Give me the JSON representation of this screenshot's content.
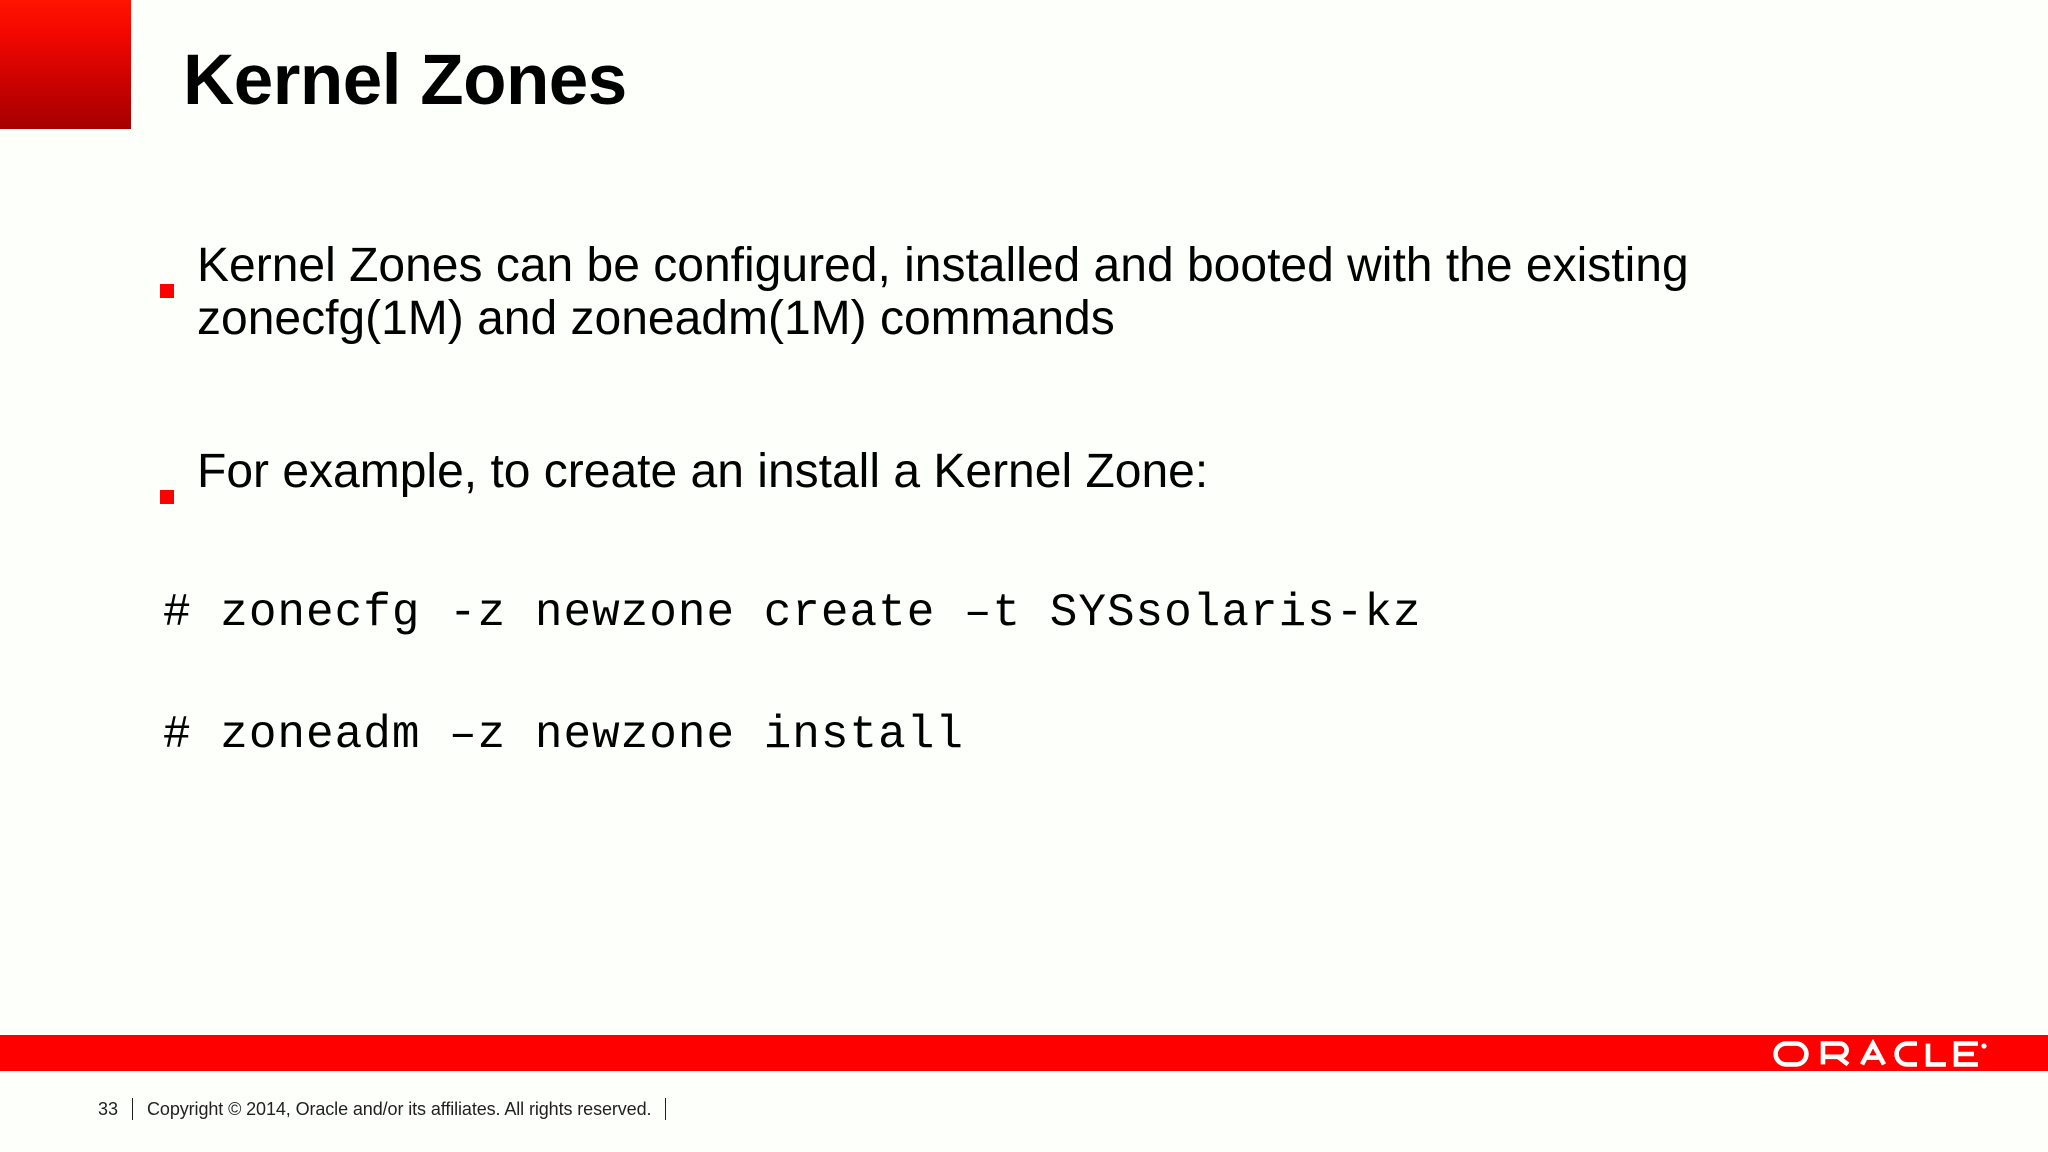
{
  "slide": {
    "title": "Kernel Zones",
    "accent_color": "#FF0000",
    "accent_gradient_top": "#FF1400",
    "accent_gradient_bottom": "#A50000",
    "background_color": "#FDFFFB",
    "text_color": "#000000"
  },
  "body": {
    "bullets": [
      {
        "marker": "square-bullet",
        "text": "Kernel Zones can be configured, installed and booted with the existing zonecfg(1M) and zoneadm(1M) commands"
      },
      {
        "marker": "square-bullet",
        "text": "For example, to create an install a Kernel Zone:"
      }
    ],
    "code_lines": [
      "# zonecfg -z newzone create –t SYSsolaris-kz",
      "# zoneadm –z newzone install"
    ]
  },
  "footer": {
    "page_number": "33",
    "copyright": "Copyright © 2014, Oracle and/or its affiliates. All rights reserved.",
    "logo_text": "ORACLE",
    "logo_trademark": "®",
    "bar_color": "#FF0000"
  }
}
